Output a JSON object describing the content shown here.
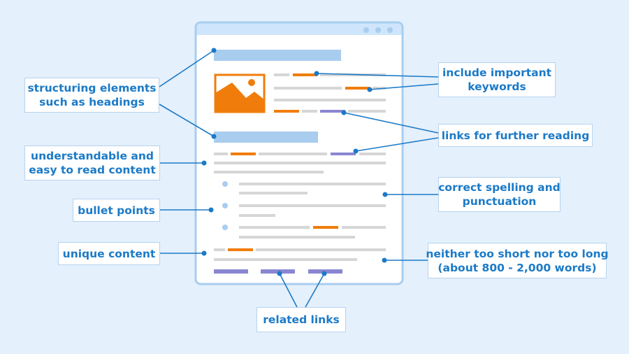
{
  "colors": {
    "background": "#e4f0fc",
    "window_border": "#a8cdef",
    "title_bar": "#cfe5fb",
    "heading_bar": "#a8cdef",
    "text_line": "#d6d6d6",
    "keyword": "#f07d0b",
    "link": "#8a86d2",
    "connector": "#1b7ac7",
    "label_text": "#1b7ac7"
  },
  "labels": {
    "headings": [
      "structuring elements",
      "such as headings"
    ],
    "content": [
      "understandable and",
      "easy to read content"
    ],
    "bullets": [
      "bullet points"
    ],
    "unique": [
      "unique content"
    ],
    "keywords": [
      "include important",
      "keywords"
    ],
    "further": [
      "links for further reading"
    ],
    "spelling": [
      "correct spelling and",
      "punctuation"
    ],
    "length": [
      "neither too short nor too long",
      "(about 800 - 2,000 words)"
    ],
    "related": [
      "related links"
    ]
  },
  "icons": [
    "image-placeholder-icon",
    "bullet-dot-icon",
    "window-dots-icon"
  ]
}
